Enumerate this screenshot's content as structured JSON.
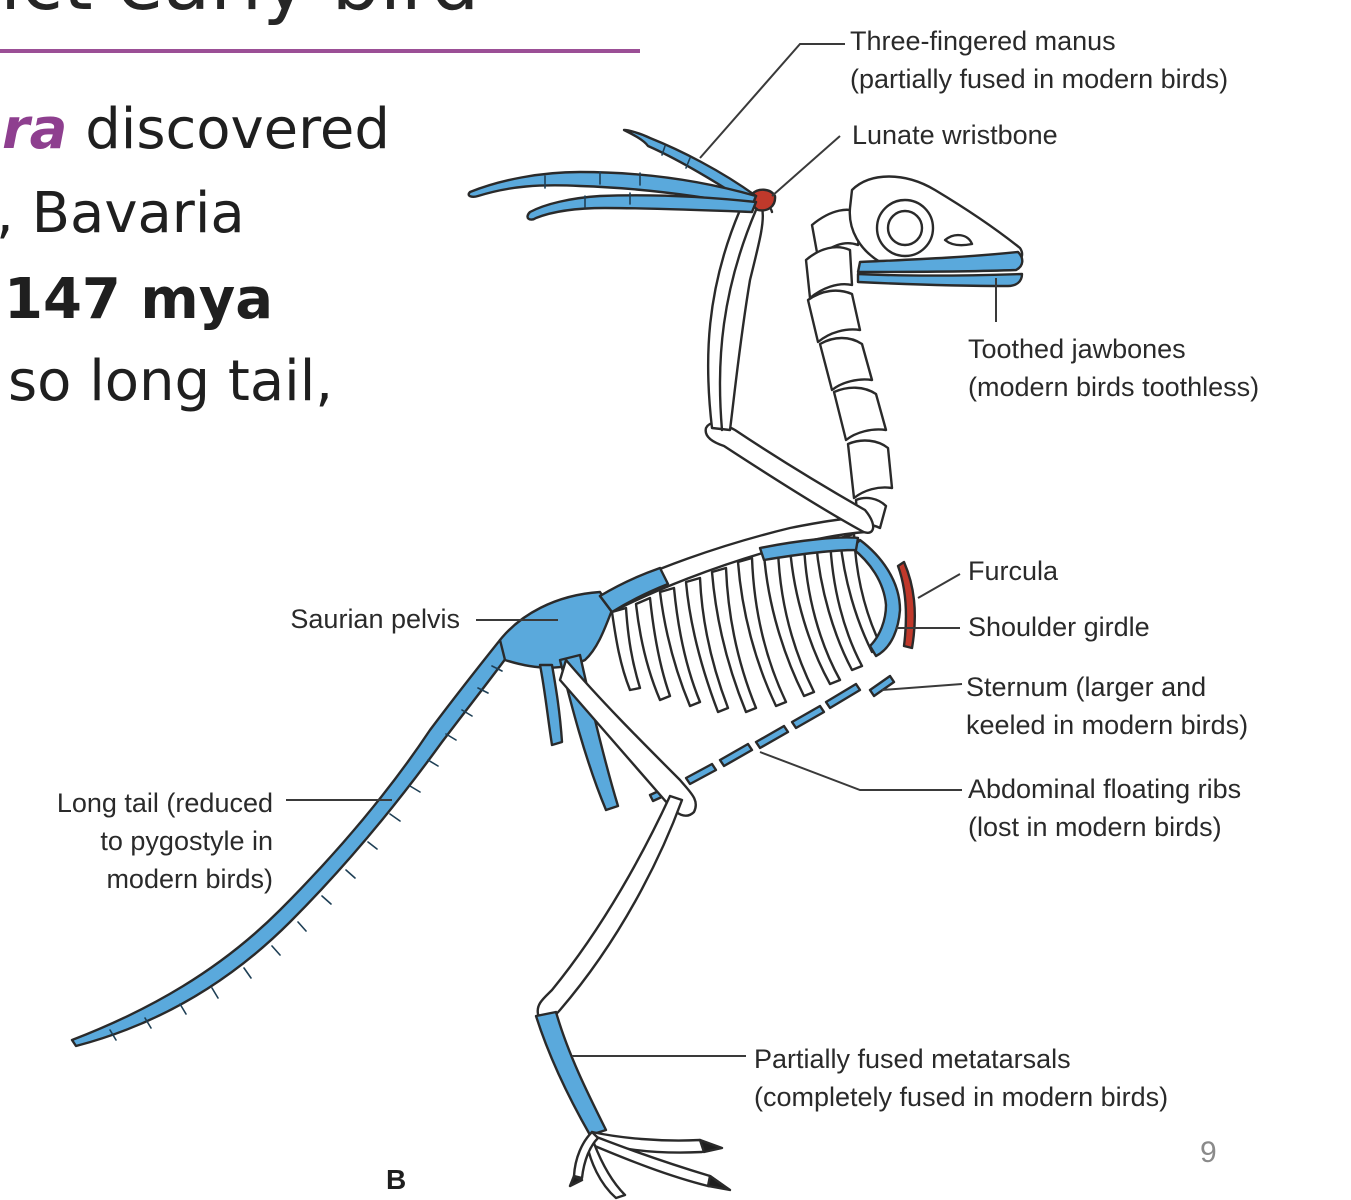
{
  "slide": {
    "title_fragment": "ict early bird",
    "bullets": [
      {
        "accent": "ra",
        "rest": " discovered"
      },
      {
        "text": ", Bavaria"
      },
      {
        "text": "147 mya"
      },
      {
        "text": "so long tail,"
      }
    ],
    "page_number": "9",
    "accent_color": "#8e3f8f"
  },
  "diagram": {
    "figure_letter": "B",
    "highlight_color": "#5aa9dc",
    "red_color": "#c0392b",
    "labels": {
      "manus": [
        "Three-fingered manus",
        "(partially fused in modern birds)"
      ],
      "wristbone": [
        "Lunate wristbone"
      ],
      "jaw": [
        "Toothed jawbones",
        "(modern birds toothless)"
      ],
      "furcula": [
        "Furcula"
      ],
      "shoulder": [
        "Shoulder girdle"
      ],
      "sternum": [
        "Sternum (larger and",
        "keeled in modern birds)"
      ],
      "ribs": [
        "Abdominal floating ribs",
        "(lost in modern birds)"
      ],
      "pelvis": [
        "Saurian pelvis"
      ],
      "tail": [
        "Long tail (reduced",
        "to pygostyle in",
        "modern birds)"
      ],
      "metatarsals": [
        "Partially fused metatarsals",
        "(completely fused in modern birds)"
      ]
    }
  }
}
